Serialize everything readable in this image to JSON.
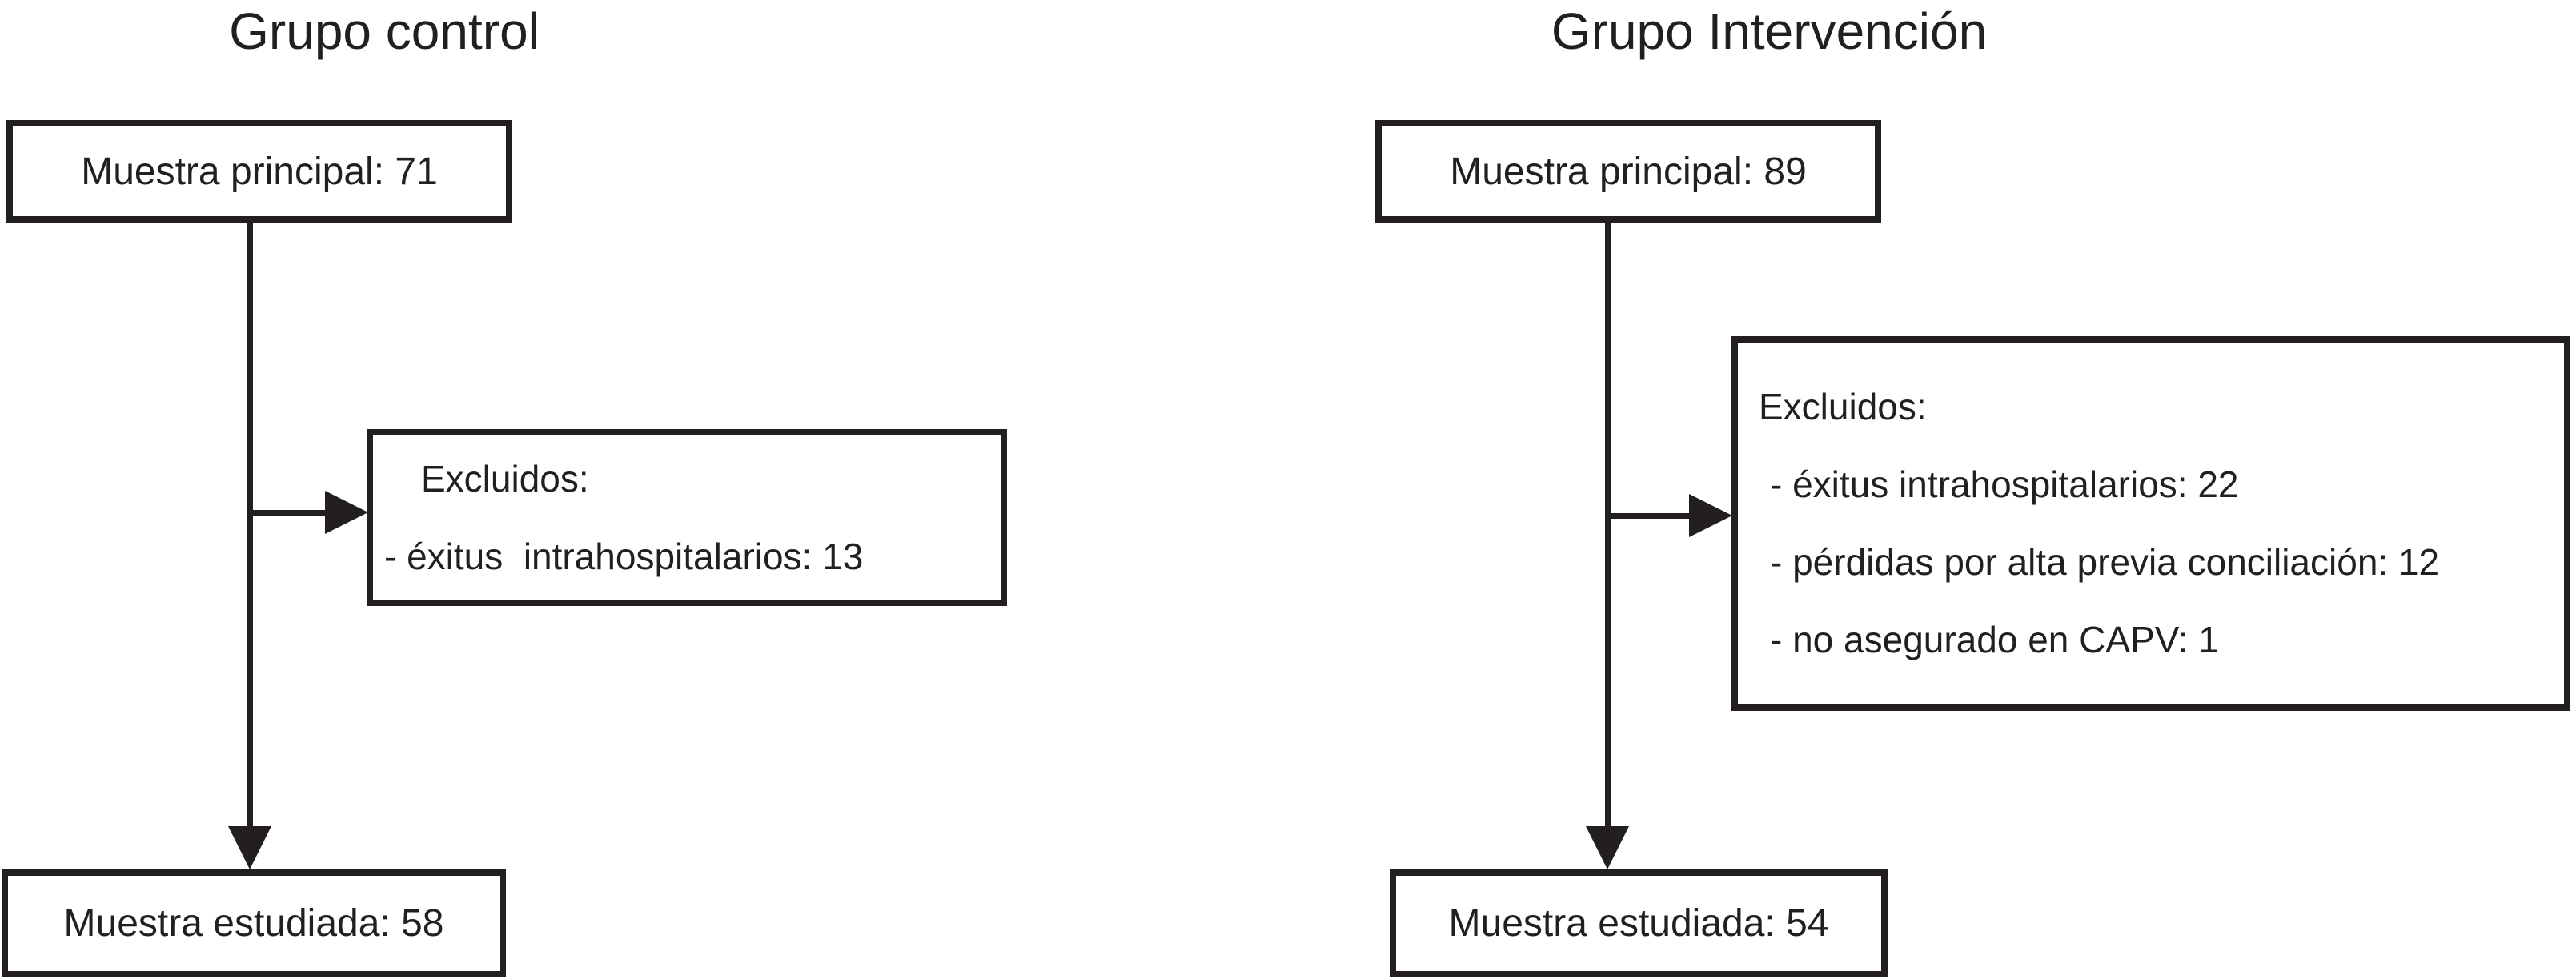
{
  "flowchart": {
    "groups": [
      {
        "title": "Grupo control",
        "main_box": {
          "label": "Muestra principal: 71"
        },
        "excluded": {
          "header": "Excluidos:",
          "items": [
            "- éxitus  intrahospitalarios: 13"
          ]
        },
        "result_box": {
          "label": "Muestra estudiada: 58"
        }
      },
      {
        "title": "Grupo Intervención",
        "main_box": {
          "label": "Muestra principal: 89"
        },
        "excluded": {
          "header": "Excluidos:",
          "items": [
            "- éxitus intrahospitalarios: 22",
            "- pérdidas por alta previa conciliación: 12",
            "- no asegurado en CAPV: 1"
          ]
        },
        "result_box": {
          "label": "Muestra estudiada: 54"
        }
      }
    ],
    "colors": {
      "ink": "#231f20",
      "background": "#ffffff"
    }
  }
}
